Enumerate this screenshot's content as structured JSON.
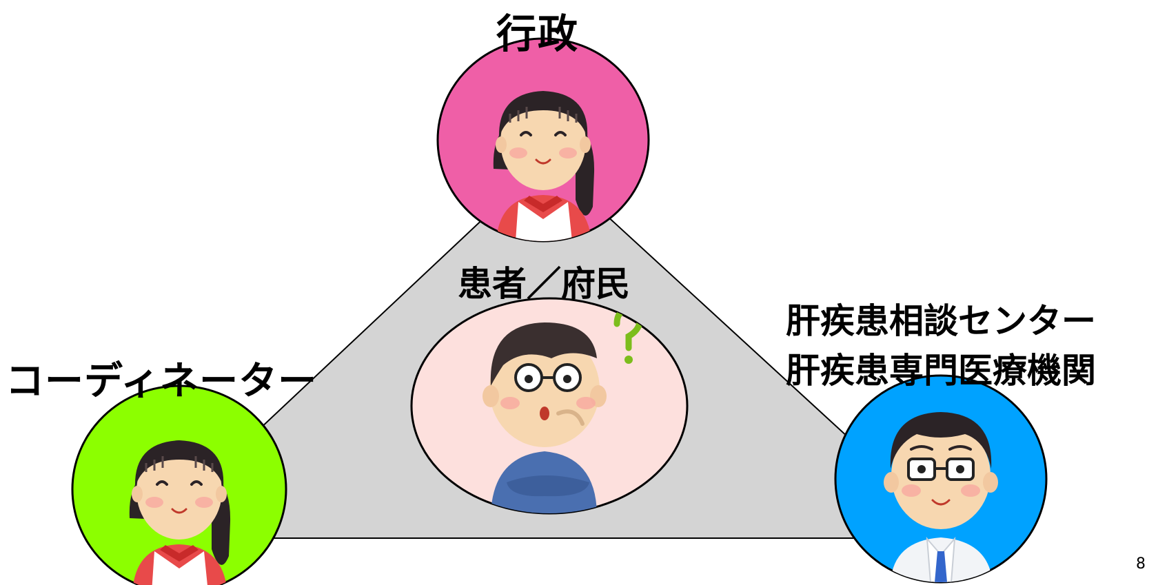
{
  "nodes": {
    "top": {
      "label": "行政",
      "color": "#ef5fa7",
      "figure": "woman-icon"
    },
    "center": {
      "label": "患者／府民",
      "color": "#fde0dd",
      "figure": "thinking-man-icon"
    },
    "left": {
      "label": "コーディネーター",
      "color": "#8cff00",
      "figure": "woman-icon"
    },
    "right": {
      "label_line1": "肝疾患相談センター",
      "label_line2": "肝疾患専門医療機関",
      "color": "#00a2ff",
      "figure": "doctor-icon"
    }
  },
  "triangle_fill": "#d4d4d4",
  "page_number": "8"
}
